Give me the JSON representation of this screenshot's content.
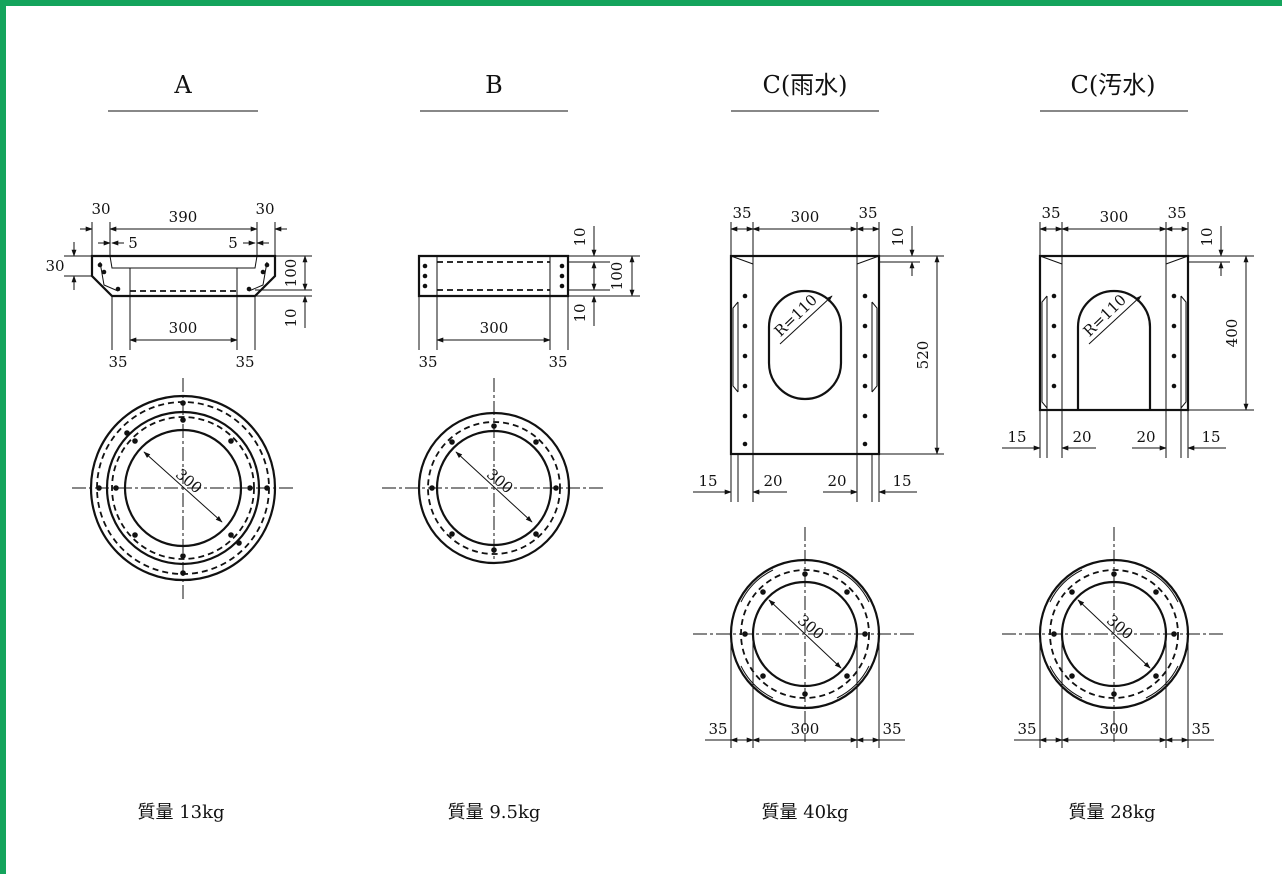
{
  "components": {
    "a": {
      "title": "A",
      "mass": "質量 13kg"
    },
    "b": {
      "title": "B",
      "mass": "質量 9.5kg"
    },
    "c_rain": {
      "title": "C(雨水)",
      "mass": "質量 40kg"
    },
    "c_sewage": {
      "title": "C(汚水)",
      "mass": "質量 28kg"
    }
  },
  "dims": {
    "d30": "30",
    "d390": "390",
    "d5": "5",
    "d100": "100",
    "d10": "10",
    "d300": "300",
    "d35": "35",
    "d15": "15",
    "d20": "20",
    "d520": "520",
    "d400": "400",
    "r110": "R=110"
  },
  "colors": {
    "frame": "#14a45c",
    "ink": "#111111"
  }
}
